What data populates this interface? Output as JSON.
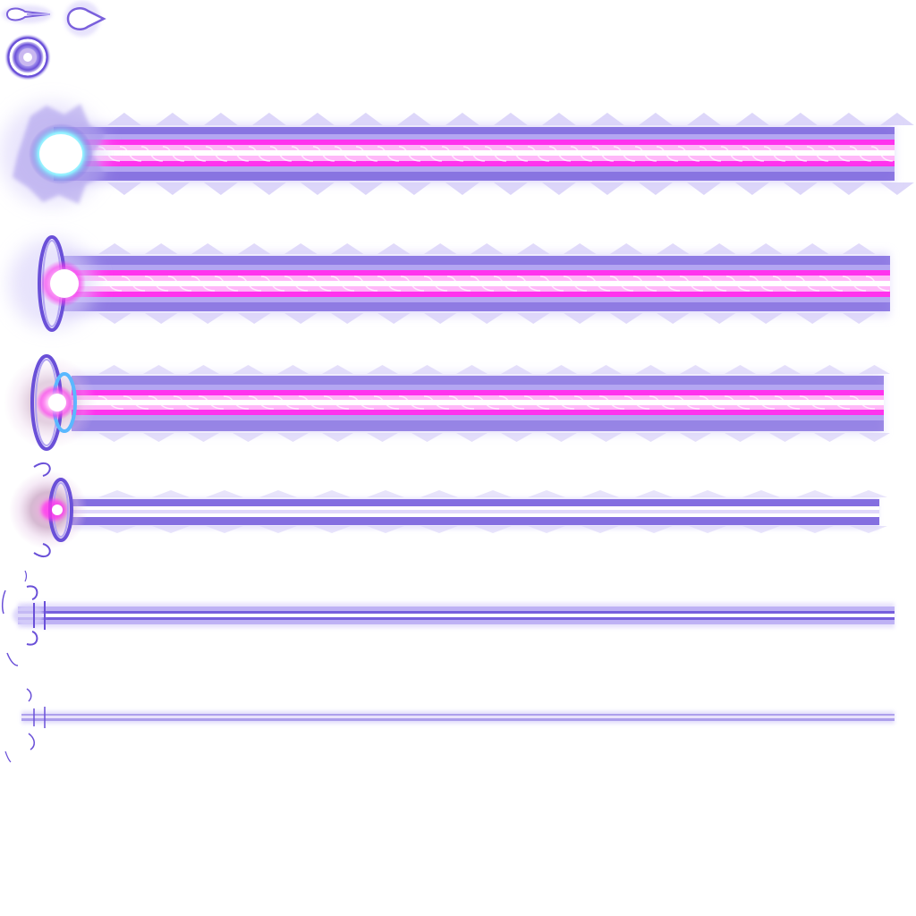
{
  "sprite_sheet": {
    "background": "#ffffff",
    "colors": {
      "magenta_core": "#ff33ee",
      "pink_light": "#ffb8f8",
      "violet": "#6a50d8",
      "violet_light": "#b4a6f2",
      "lavender_glow": "#d8d0fa",
      "cyan_flare": "#8ff0ff",
      "bloom_white": "#ffffff",
      "ring_tint": "#e6c8e8"
    },
    "sprites": [
      {
        "name": "small-droplet-projectile",
        "kind": "projectile"
      },
      {
        "name": "round-droplet-projectile",
        "kind": "projectile"
      },
      {
        "name": "ring-orb-projectile",
        "kind": "projectile"
      },
      {
        "name": "beam-frame-1",
        "kind": "beam",
        "stage": "full-intensity"
      },
      {
        "name": "beam-frame-2",
        "kind": "beam",
        "stage": "ring-emitter"
      },
      {
        "name": "beam-frame-3",
        "kind": "beam",
        "stage": "double-ring"
      },
      {
        "name": "beam-frame-4",
        "kind": "beam",
        "stage": "fading"
      },
      {
        "name": "beam-frame-5",
        "kind": "beam",
        "stage": "thin"
      },
      {
        "name": "beam-frame-6",
        "kind": "beam",
        "stage": "faint"
      }
    ]
  }
}
